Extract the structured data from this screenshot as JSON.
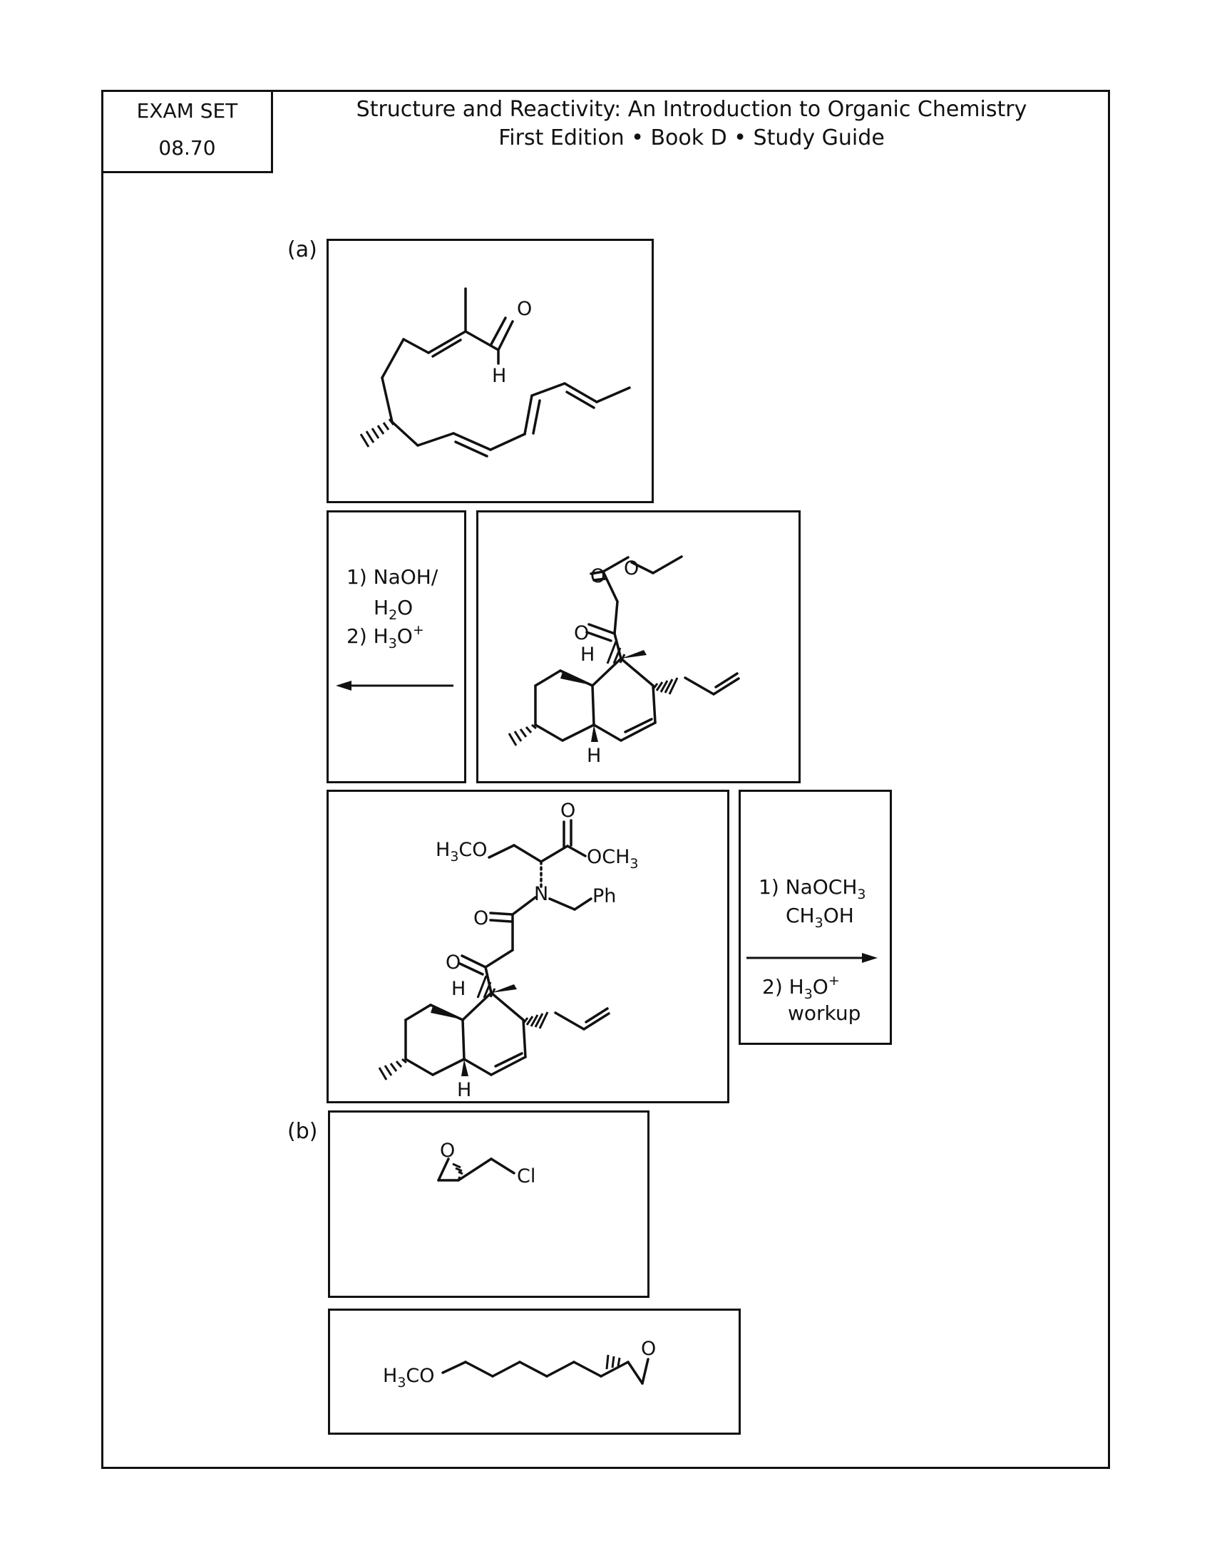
{
  "exam_set": {
    "label": "EXAM SET",
    "number": "08.70"
  },
  "header": {
    "line1": "Structure and Reactivity: An Introduction to Organic Chemistry",
    "line2": "First Edition • Book D • Study Guide"
  },
  "part_a": {
    "label": "(a)",
    "molecule1": {
      "O": "O",
      "H": "H"
    },
    "reagents1": {
      "l1": "1) NaOH/",
      "l2_pre": "H",
      "l2_sub": "2",
      "l2_post": "O",
      "l3_pre": "2) H",
      "l3_sub": "3",
      "l3_post": "O",
      "l3_sup": "+"
    },
    "molecule2": {
      "O_ester": "O",
      "O_link": "O",
      "O_ketone": "O",
      "H_top": "H",
      "H_bottom": "H"
    },
    "molecule3": {
      "O_top": "O",
      "OMe": "OCH",
      "OMe_sub": "3",
      "MeO_pre": "H",
      "MeO_sub": "3",
      "MeO_post": "CO",
      "N": "N",
      "Ph": "Ph",
      "O_amide": "O",
      "O_ketone": "O",
      "H_top": "H",
      "H_bottom": "H"
    },
    "reagents2": {
      "l1_pre": "1) NaOCH",
      "l1_sub": "3",
      "l2_pre": "CH",
      "l2_sub": "3",
      "l2_post": "OH",
      "l3_pre": "2) H",
      "l3_sub": "3",
      "l3_post": "O",
      "l3_sup": "+",
      "l4": "workup"
    }
  },
  "part_b": {
    "label": "(b)",
    "molecule1": {
      "O": "O",
      "Cl": "Cl"
    },
    "molecule2": {
      "pre": "H",
      "sub": "3",
      "post": "CO",
      "O": "O"
    }
  }
}
